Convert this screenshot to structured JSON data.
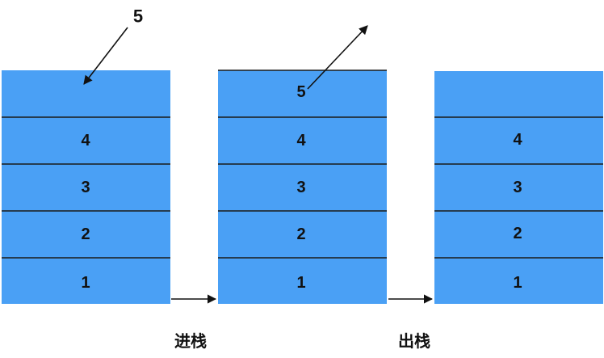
{
  "colors": {
    "cell_fill": "#4aa0f5",
    "divider": "#1a1a1a",
    "arrow": "#111111",
    "text": "#111111"
  },
  "stacks": [
    {
      "name": "before-push",
      "cells": [
        "",
        "4",
        "3",
        "2",
        "1"
      ]
    },
    {
      "name": "after-push",
      "cells": [
        "5",
        "4",
        "3",
        "2",
        "1"
      ]
    },
    {
      "name": "after-pop",
      "cells": [
        "",
        "4",
        "3",
        "2",
        "1"
      ]
    }
  ],
  "push": {
    "element": "5",
    "arrow_icon": "arrow-down-left-icon"
  },
  "pop": {
    "arrow_icon": "arrow-up-right-icon"
  },
  "operations": {
    "push_label": "进栈",
    "pop_label": "出栈",
    "arrow_icon": "arrow-right-icon"
  }
}
